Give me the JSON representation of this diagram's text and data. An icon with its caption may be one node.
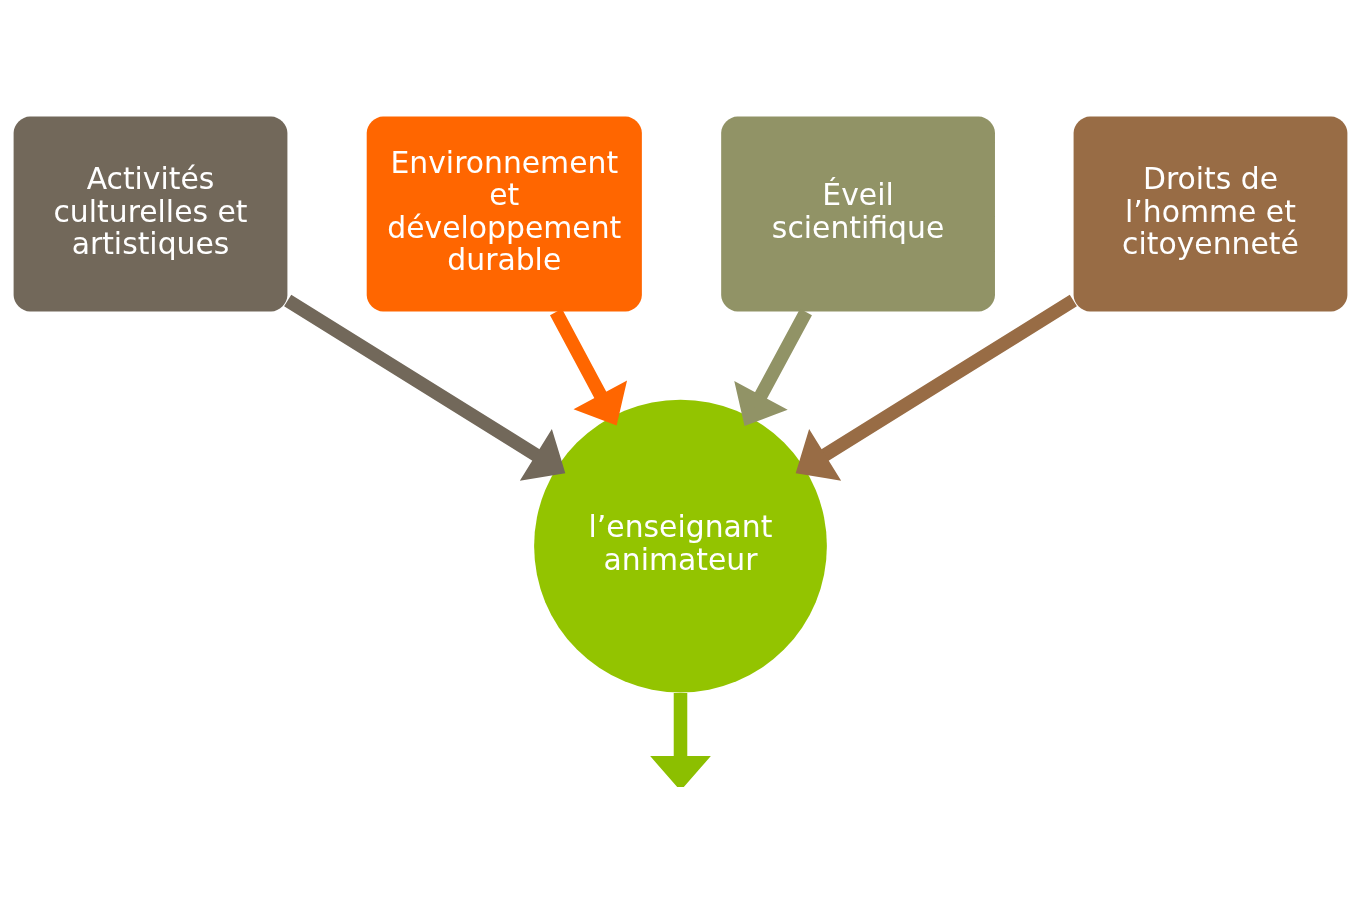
{
  "diagram": {
    "nodes": [
      {
        "text": [
          "Activités culturelles et artistiques"
        ]
      },
      {
        "text": [
          "Environnement et développement durable"
        ]
      },
      {
        "text": [
          "Éveil scientifique"
        ]
      },
      {
        "text": [
          "Droits de l’homme et citoyenneté"
        ]
      },
      {
        "text": [
          "l’enseignant animateur"
        ]
      }
    ],
    "edges": [
      {
        "from": 0,
        "to": 4,
        "arrow": "to",
        "color": "#72685a"
      },
      {
        "from": 1,
        "to": 4,
        "arrow": "to",
        "color": "#ff6600"
      },
      {
        "from": 2,
        "to": 4,
        "arrow": "to",
        "color": "#919366"
      },
      {
        "from": 3,
        "to": 4,
        "arrow": "to",
        "color": "#986c45"
      },
      {
        "from": 4,
        "to": null,
        "arrow": "to",
        "color": "#8cbf00"
      }
    ]
  }
}
